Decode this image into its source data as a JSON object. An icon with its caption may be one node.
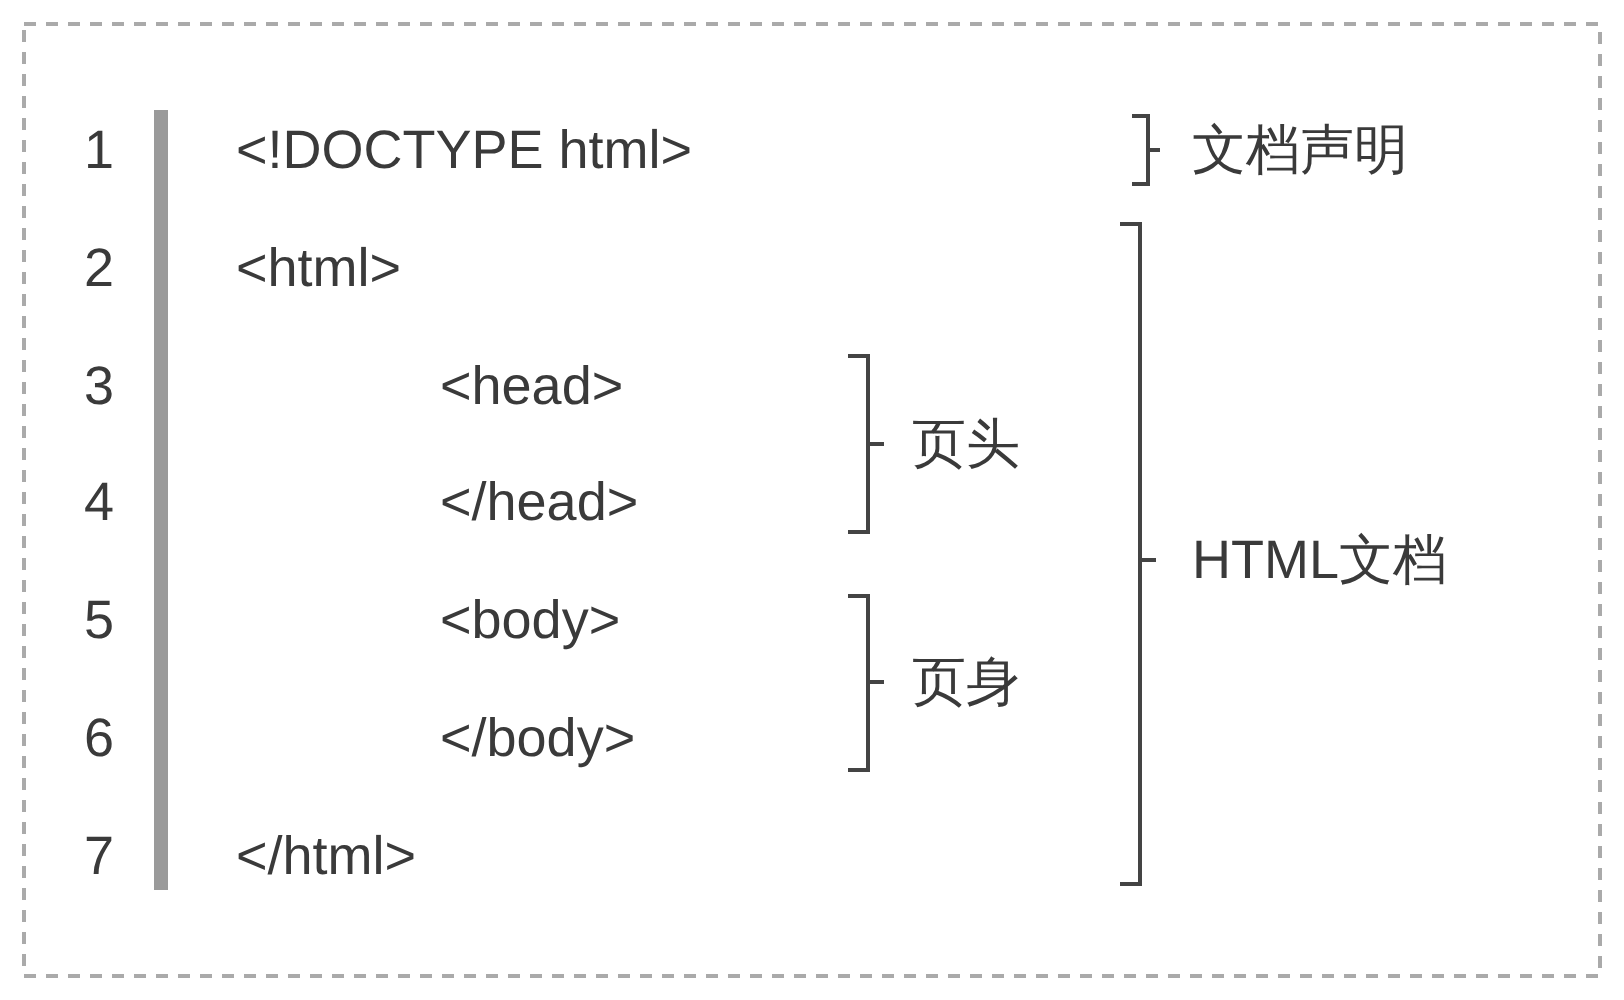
{
  "diagram": {
    "labels": [
      "1",
      "<!DOCTYPE html>",
      "文档声明",
      "2",
      "<html>",
      "3",
      "<head>",
      "4",
      "</head>",
      "页头",
      "HTML文档",
      "5",
      "<body>",
      "6",
      "</body>",
      "页身",
      "7",
      "</html>"
    ]
  }
}
